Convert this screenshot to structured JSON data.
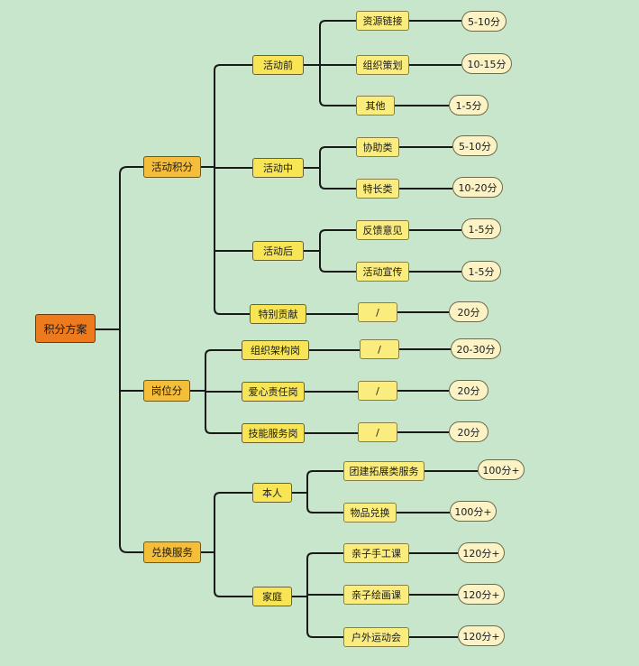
{
  "root": "积分方案",
  "branches": [
    {
      "label": "活动积分",
      "children": [
        {
          "label": "活动前",
          "items": [
            {
              "label": "资源链接",
              "score": "5-10分"
            },
            {
              "label": "组织策划",
              "score": "10-15分"
            },
            {
              "label": "其他",
              "score": "1-5分"
            }
          ]
        },
        {
          "label": "活动中",
          "items": [
            {
              "label": "协助类",
              "score": "5-10分"
            },
            {
              "label": "特长类",
              "score": "10-20分"
            }
          ]
        },
        {
          "label": "活动后",
          "items": [
            {
              "label": "反馈意见",
              "score": "1-5分"
            },
            {
              "label": "活动宣传",
              "score": "1-5分"
            }
          ]
        },
        {
          "label": "特别贡献",
          "items": [
            {
              "label": "/",
              "score": "20分"
            }
          ]
        }
      ]
    },
    {
      "label": "岗位分",
      "children": [
        {
          "label": "组织架构岗",
          "items": [
            {
              "label": "/",
              "score": "20-30分"
            }
          ]
        },
        {
          "label": "爱心责任岗",
          "items": [
            {
              "label": "/",
              "score": "20分"
            }
          ]
        },
        {
          "label": "技能服务岗",
          "items": [
            {
              "label": "/",
              "score": "20分"
            }
          ]
        }
      ]
    },
    {
      "label": "兑换服务",
      "children": [
        {
          "label": "本人",
          "items": [
            {
              "label": "团建拓展类服务",
              "score": "100分+"
            },
            {
              "label": "物品兑换",
              "score": "100分+"
            }
          ]
        },
        {
          "label": "家庭",
          "items": [
            {
              "label": "亲子手工课",
              "score": "120分+"
            },
            {
              "label": "亲子绘画课",
              "score": "120分+"
            },
            {
              "label": "户外运动会",
              "score": "120分+"
            }
          ]
        }
      ]
    }
  ]
}
